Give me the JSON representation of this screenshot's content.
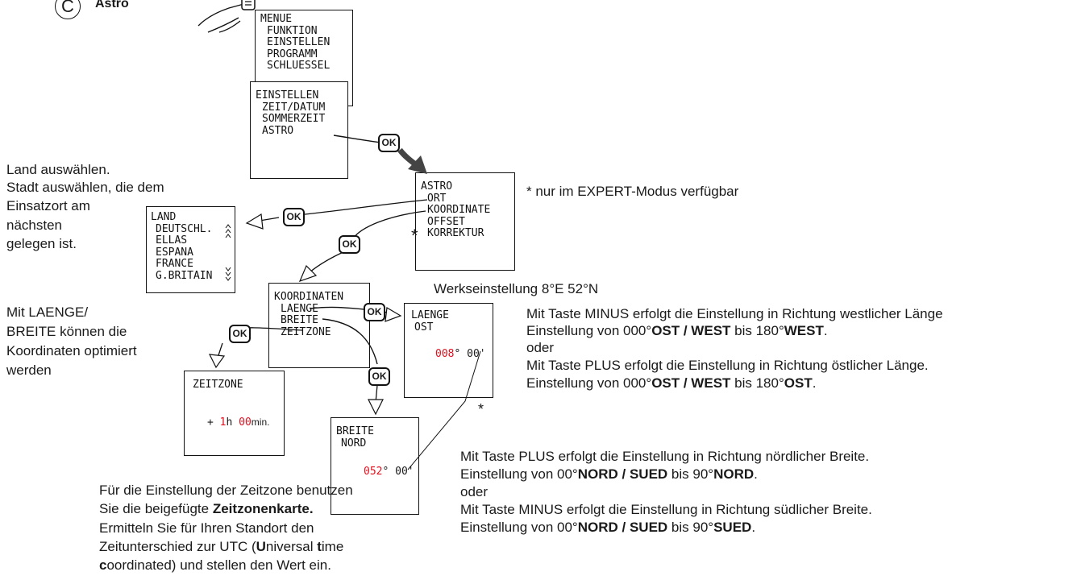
{
  "header": {
    "section_letter": "C",
    "section_title": "Astro"
  },
  "menu_main": {
    "lines": [
      "MENUE",
      "FUNKTION",
      "EINSTELLEN",
      "PROGRAMM",
      "SCHLUESSEL"
    ],
    "selected_index": 2
  },
  "menu_einstellen": {
    "lines": [
      "EINSTELLEN",
      "ZEIT/DATUM",
      "SOMMERZEIT",
      "ASTRO"
    ],
    "selected_index": 3
  },
  "menu_astro": {
    "lines": [
      "ASTRO",
      "ORT",
      "KOORDINATE",
      "OFFSET",
      "KORREKTUR"
    ],
    "asterisk": "*"
  },
  "menu_land": {
    "lines": [
      "LAND",
      "DEUTSCHL.",
      "ELLAS",
      "ESPANA",
      "FRANCE",
      "G.BRITAIN"
    ]
  },
  "menu_koordinaten": {
    "lines": [
      "KOORDINATEN",
      "LAENGE",
      "BREITE",
      "ZEITZONE"
    ]
  },
  "screen_laenge": {
    "title": "LAENGE",
    "dir": "OST",
    "deg": "008",
    "deg_unit": "°",
    "min": "00",
    "min_unit": "'"
  },
  "screen_breite": {
    "title": "BREITE",
    "dir": "NORD",
    "deg": "052",
    "deg_unit": "°",
    "min": "00",
    "min_unit": "'"
  },
  "screen_zeitzone": {
    "title": "ZEITZONE",
    "sign": "+",
    "hours": "1",
    "h_unit": "h",
    "minutes": "00",
    "min_unit": "min."
  },
  "ok_label": "OK",
  "notes": {
    "expert": "* nur im EXPERT-Modus verfügbar",
    "land_1": "Land auswählen.",
    "land_2": "Stadt auswählen, die dem",
    "land_3": "Einsatzort am",
    "land_4": "nächsten",
    "land_5": "gelegen ist.",
    "koord_1": "Mit LAENGE/",
    "koord_2": "BREITE können die",
    "koord_3": "Koordinaten optimiert",
    "koord_4": "werden",
    "werk": "Werkseinstellung 8°E 52°N",
    "laenge_1": "Mit Taste MINUS erfolgt die Einstellung in Richtung westlicher Länge",
    "laenge_2a": "Einstellung von 000°",
    "laenge_2b": "OST / WEST",
    "laenge_2c": " bis 180°",
    "laenge_2d": "WEST",
    "laenge_2e": ".",
    "laenge_3": "oder",
    "laenge_4": "Mit Taste PLUS erfolgt die Einstellung in Richtung östlicher Länge.",
    "laenge_5a": "Einstellung von 000°",
    "laenge_5b": "OST / WEST",
    "laenge_5c": " bis 180°",
    "laenge_5d": "OST",
    "laenge_5e": ".",
    "breite_1": "Mit Taste PLUS erfolgt die Einstellung in Richtung nördlicher Breite.",
    "breite_2a": "Einstellung von 00°",
    "breite_2b": "NORD / SUED",
    "breite_2c": " bis 90°",
    "breite_2d": "NORD",
    "breite_2e": ".",
    "breite_3": "oder",
    "breite_4": "Mit Taste MINUS erfolgt die Einstellung in Richtung südlicher Breite.",
    "breite_5a": "Einstellung von 00°",
    "breite_5b": "NORD / SUED",
    "breite_5c": " bis 90°",
    "breite_5d": "SUED",
    "breite_5e": ".",
    "tz_1": "Für die Einstellung der Zeitzone benutzen",
    "tz_2a": "Sie die beigefügte ",
    "tz_2b": "Zeitzonenkarte.",
    "tz_3": "Ermitteln Sie für Ihren Standort den",
    "tz_4a": "Zeitunterschied zur UTC (",
    "tz_4b": "U",
    "tz_4c": "niversal ",
    "tz_4d": "t",
    "tz_4e": "ime",
    "tz_5a": "c",
    "tz_5b": "oordinated) und stellen den Wert ein.",
    "asterisk_mark": "*"
  },
  "colors": {
    "highlight": "#e3101e",
    "line": "#111111",
    "arrow_gray": "#555555"
  }
}
